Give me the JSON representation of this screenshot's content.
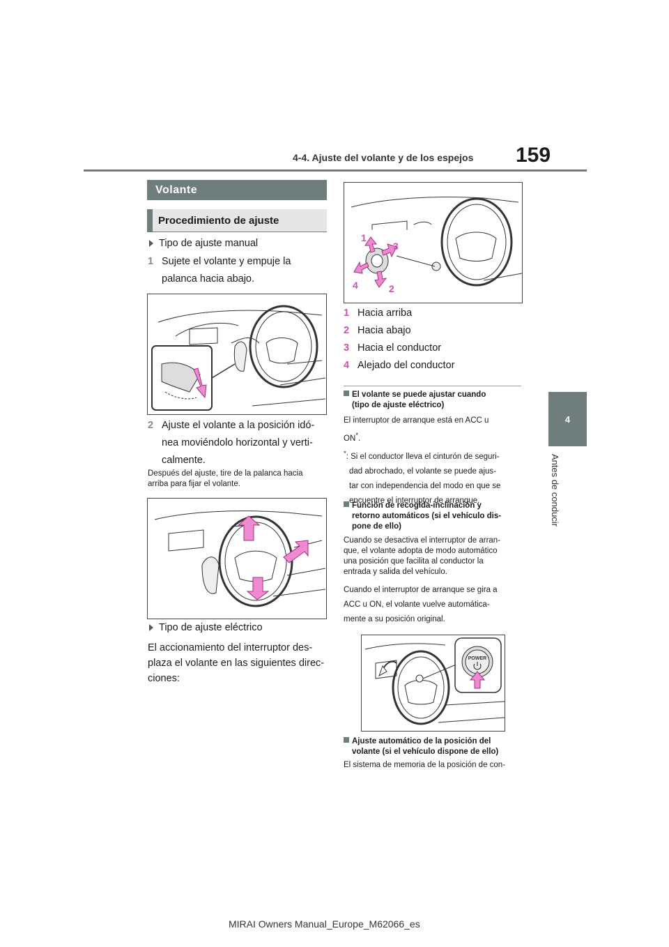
{
  "header": {
    "section": "4-4. Ajuste del volante y de los espejos",
    "page_number": "159"
  },
  "side_tab": {
    "chapter_number": "4",
    "chapter_label": "Antes de conducir"
  },
  "left_column": {
    "banner_title": "Volante",
    "sub_banner_title": "Procedimiento de ajuste",
    "manual_type": "Tipo de ajuste manual",
    "step1_num": "1",
    "step1_line1": "Sujete el volante y empuje la",
    "step1_line2": "palanca hacia abajo.",
    "step2_num": "2",
    "step2_line1": "Ajuste el volante a la posición idó-",
    "step2_line2": "nea moviéndolo horizontal y verti-",
    "step2_line3": "calmente.",
    "after_adjust_line1": "Después del ajuste, tire de la palanca hacia",
    "after_adjust_line2": "arriba para fijar el volante.",
    "electric_type": "Tipo de ajuste eléctrico",
    "electric_desc_line1": "El accionamiento del interruptor des-",
    "electric_desc_line2": "plaza el volante en las siguientes direc-",
    "electric_desc_line3": "ciones:"
  },
  "right_column": {
    "figure_labels": [
      "1",
      "2",
      "3",
      "4"
    ],
    "directions": [
      {
        "num": "1",
        "label": "Hacia arriba"
      },
      {
        "num": "2",
        "label": "Hacia abajo"
      },
      {
        "num": "3",
        "label": "Hacia el conductor"
      },
      {
        "num": "4",
        "label": "Alejado del conductor"
      }
    ],
    "note1_head_line1": "El volante se puede ajustar cuando",
    "note1_head_line2": "(tipo de ajuste eléctrico)",
    "note1_text_line1": "El interruptor de arranque está en ACC u",
    "note1_text_line2": "ON",
    "note1_asterisk": "*",
    "note1_fn_mark": "*",
    "note1_fn_line1": ": Si el conductor lleva el cinturón de seguri-",
    "note1_fn_line2": "dad abrochado, el volante se puede ajus-",
    "note1_fn_line3": "tar con independencia del modo en que se",
    "note1_fn_line4": "encuentre el interruptor de arranque.",
    "note2_head_line1": "Función de recogida-inclinación y",
    "note2_head_line2": "retorno automáticos (si el vehículo dis-",
    "note2_head_line3": "pone de ello)",
    "note2_text_line1": "Cuando se desactiva el interruptor de arran-",
    "note2_text_line2": "que, el volante adopta de modo automático",
    "note2_text_line3": "una posición que facilita al conductor la",
    "note2_text_line4": "entrada y salida del vehículo.",
    "note2_text2_line1": "Cuando el interruptor de arranque se gira a",
    "note2_text2_line2": "ACC u ON, el volante vuelve automática-",
    "note2_text2_line3": "mente a su posición original.",
    "power_button_label": "POWER",
    "note3_head_line1": "Ajuste automático de la posición del",
    "note3_head_line2": "volante (si el vehículo dispone de ello)",
    "note3_text_line1": "El sistema de memoria de la posición de con-"
  },
  "footer": {
    "text": "MIRAI Owners Manual_Europe_M62066_es"
  },
  "colors": {
    "accent_gray": "#6f7d7c",
    "arrow_pink": "#f08ad0",
    "label_pink": "#d44fb0"
  }
}
